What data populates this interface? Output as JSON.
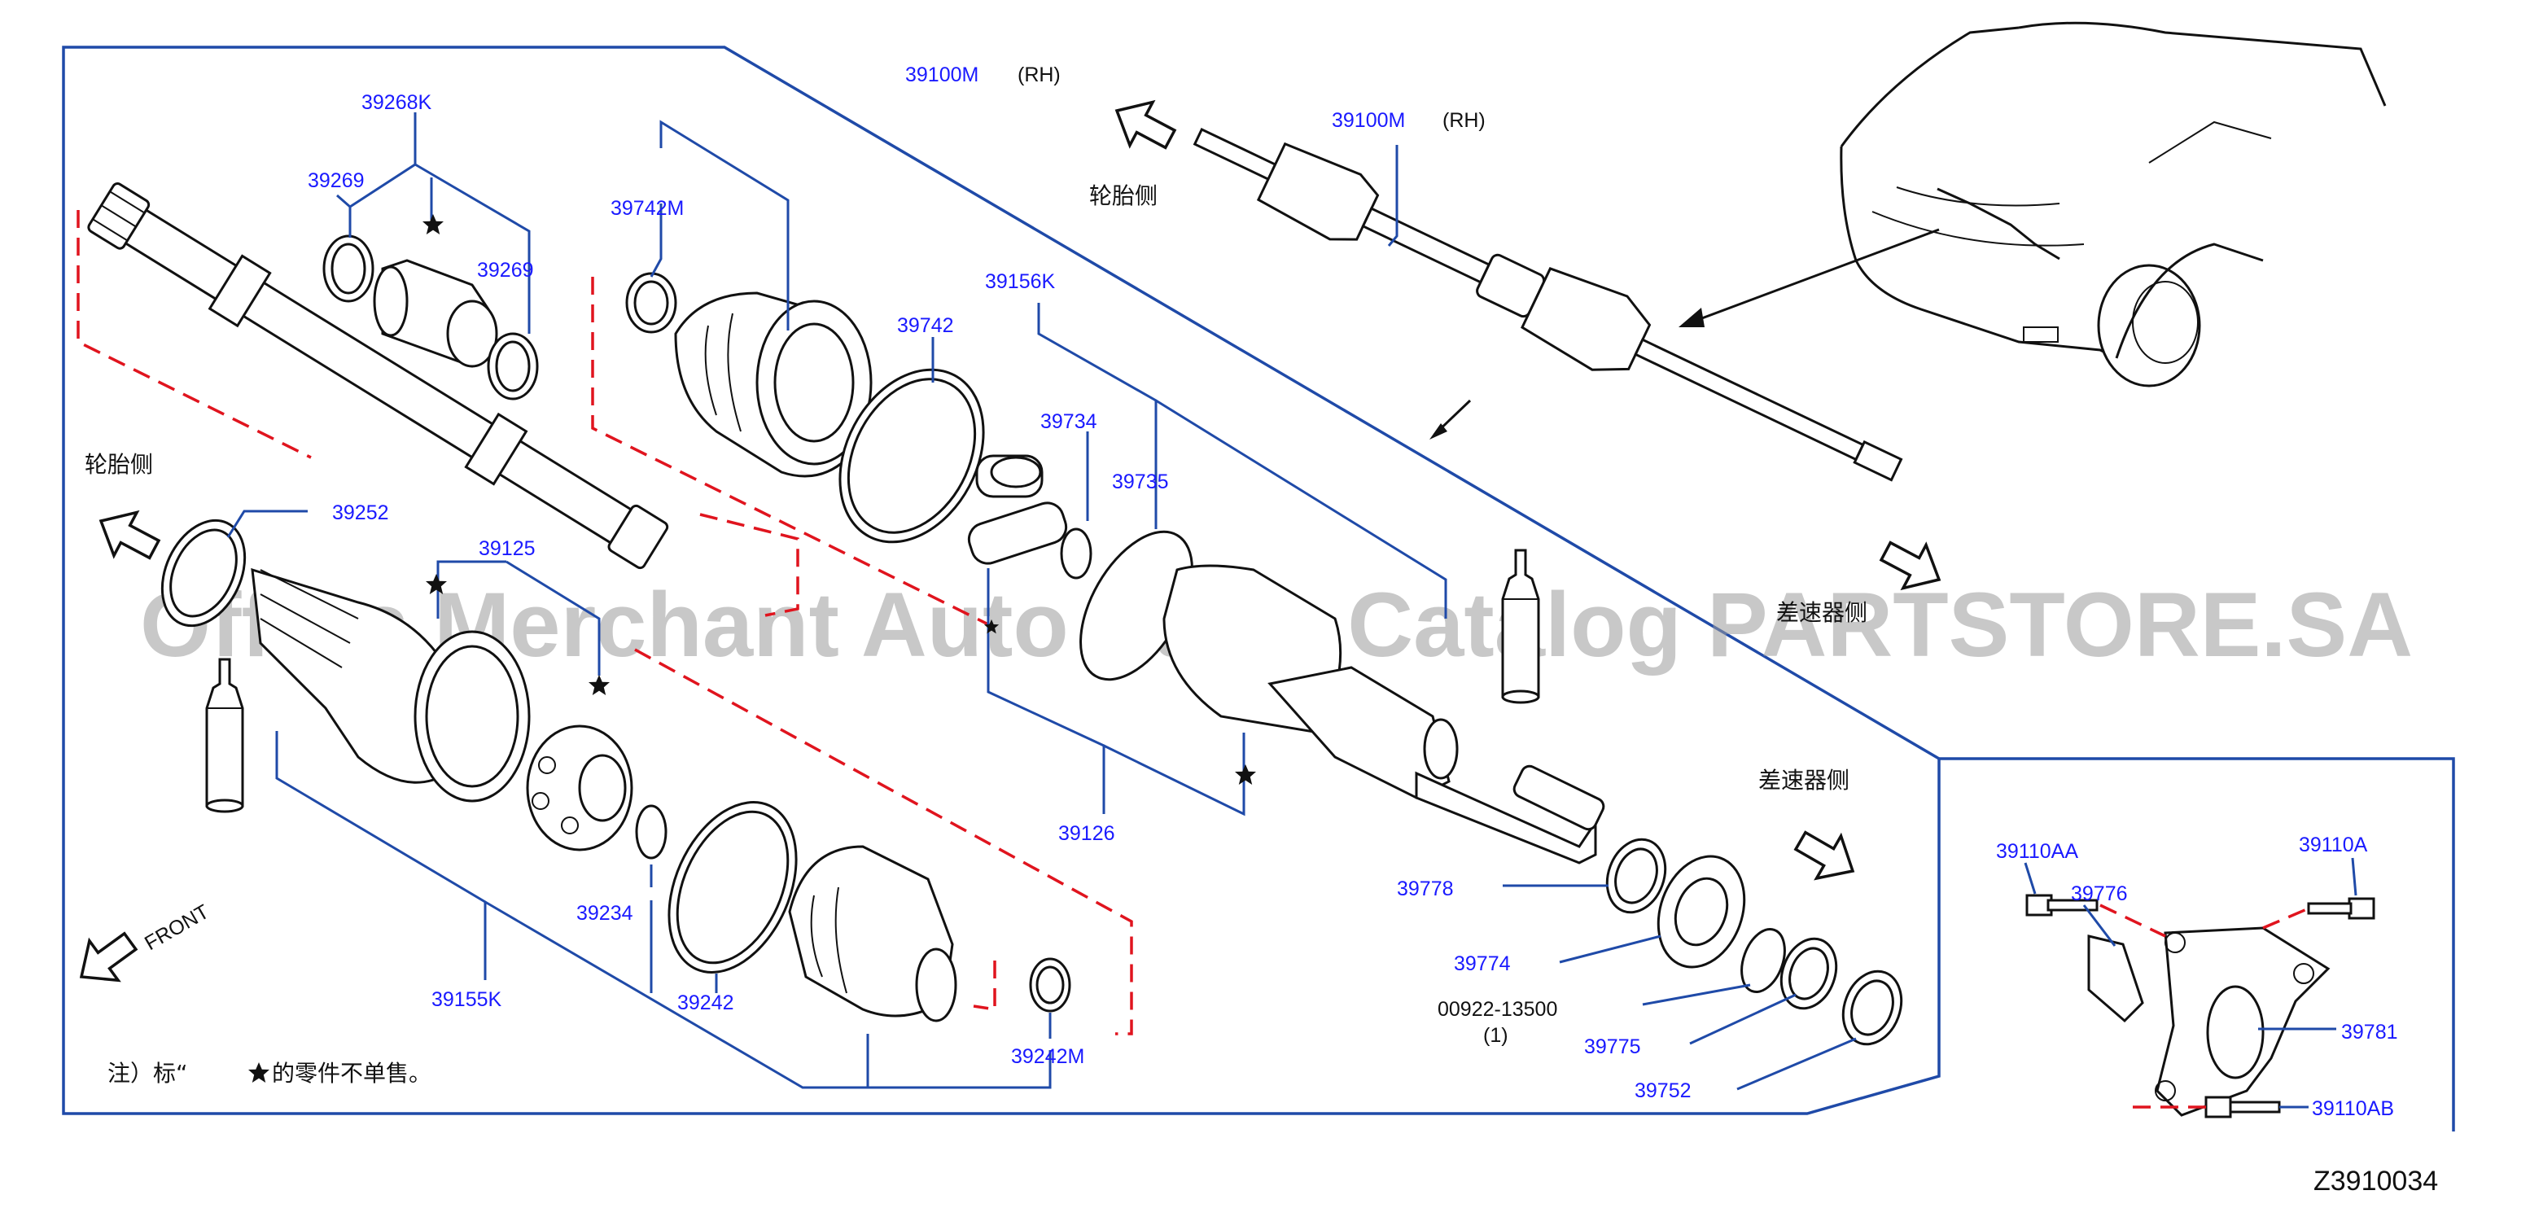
{
  "diagram_code": "Z3910034",
  "watermark": "Offers Merchant Auto Parts Catalog PARTSTORE.SA",
  "note": {
    "prefix": "注）标“",
    "suffix": "的零件不单售。"
  },
  "direction_labels": {
    "tire_side_upper": "轮胎侧",
    "tire_side_left": "轮胎侧",
    "diff_side_upper": "差速器侧",
    "diff_side_lower": "差速器侧",
    "front": "FRONT"
  },
  "parts": {
    "p39100M_main": "39100M",
    "p39100M_main_suffix": "(RH)",
    "p39100M_inset": "39100M",
    "p39100M_inset_suffix": "(RH)",
    "p39268K": "39268K",
    "p39269_a": "39269",
    "p39269_b": "39269",
    "p39742M": "39742M",
    "p39742": "39742",
    "p39156K": "39156K",
    "p39734": "39734",
    "p39735": "39735",
    "p39252": "39252",
    "p39125": "39125",
    "p39126": "39126",
    "p39234": "39234",
    "p39242": "39242",
    "p39242M": "39242M",
    "p39155K": "39155K",
    "p39778": "39778",
    "p39774": "39774",
    "p00922": "00922-13500",
    "p00922_qty": "(1)",
    "p39775": "39775",
    "p39752": "39752",
    "p39110AA": "39110AA",
    "p39110A": "39110A",
    "p39776": "39776",
    "p39781": "39781",
    "p39110AB": "39110AB"
  },
  "icons": {
    "star": "black-star-icon",
    "arrow": "outline-direction-arrow-icon",
    "grease": "grease-tube-icon"
  },
  "colors": {
    "part_number": "#1a1aff",
    "leader": "#1f4aa8",
    "dashed": "#e0141e",
    "watermark": "#9a9a9a"
  }
}
